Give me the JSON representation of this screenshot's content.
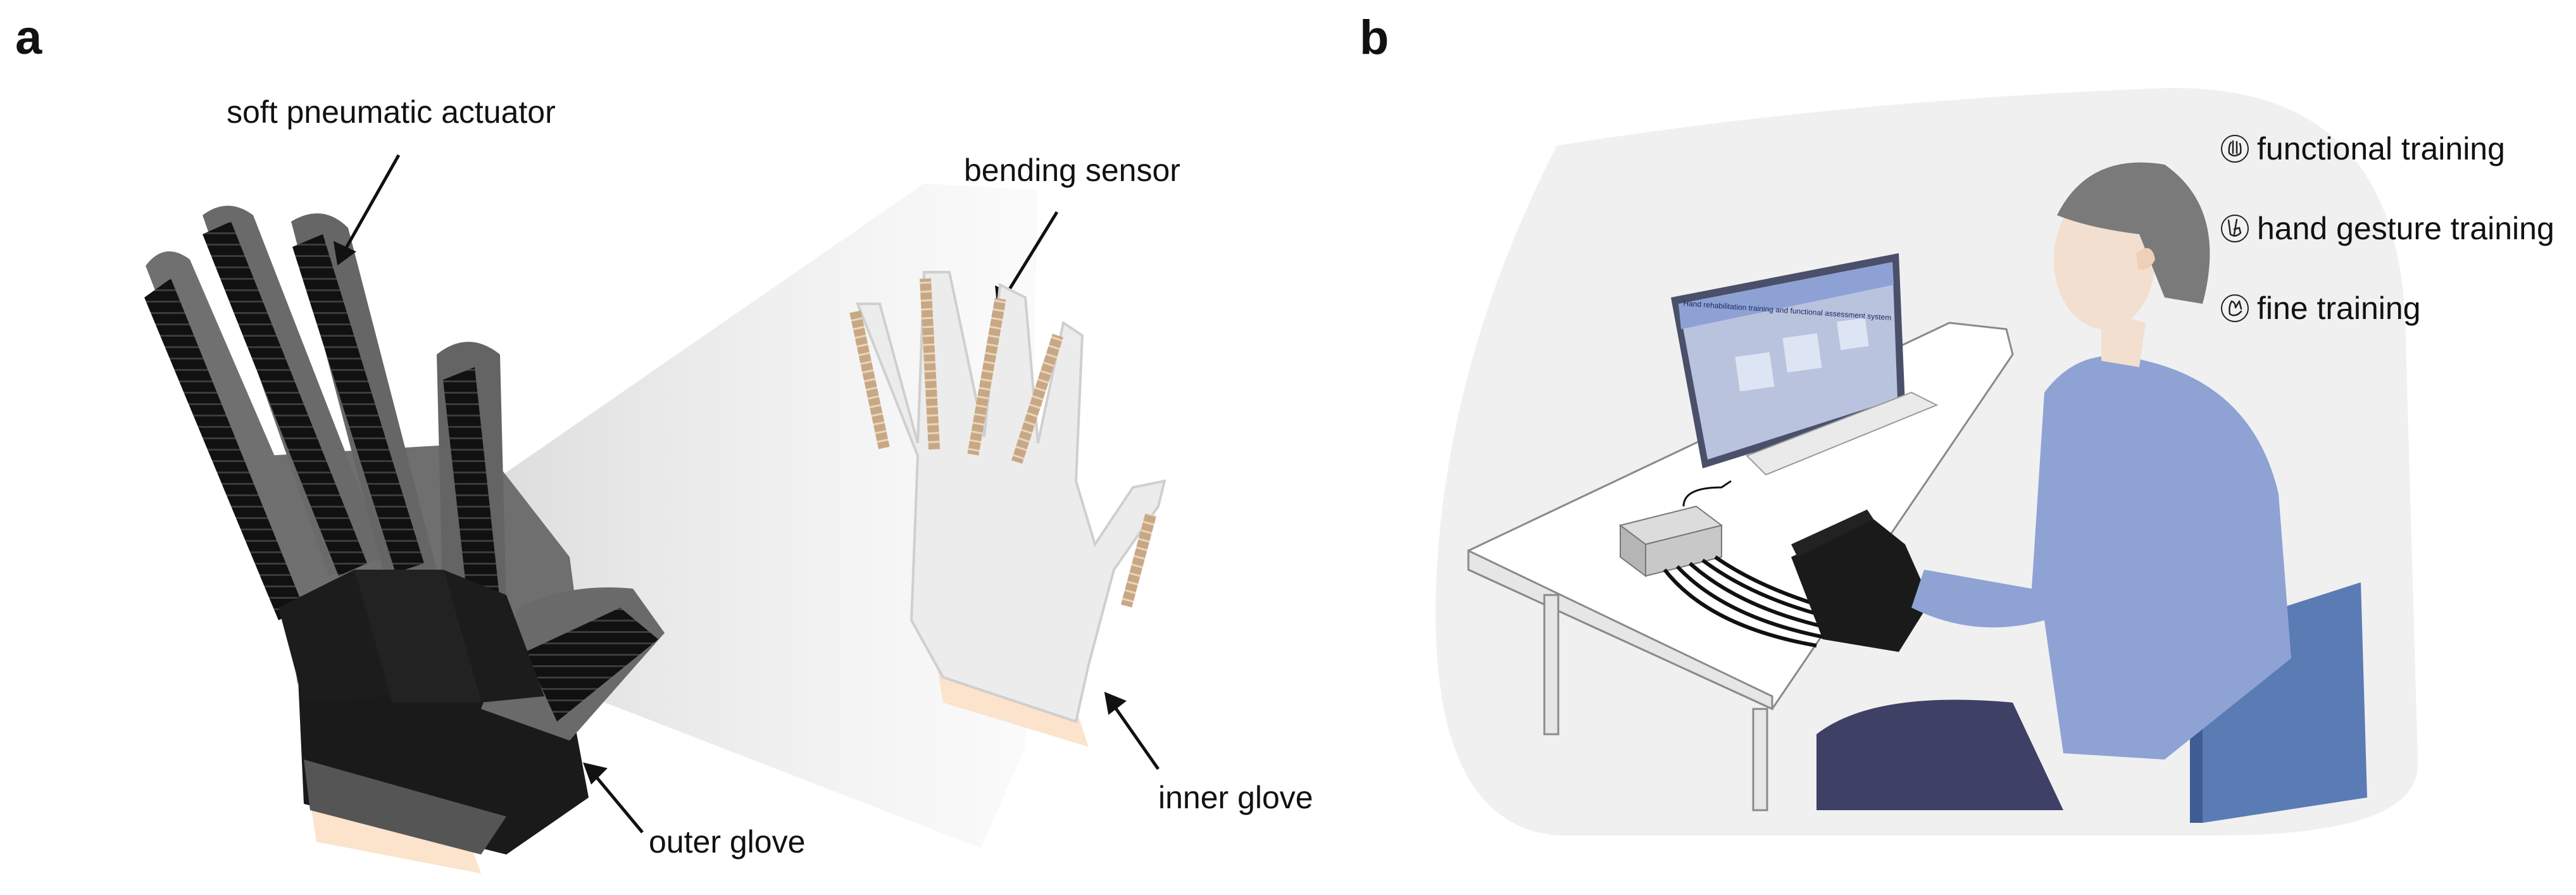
{
  "panel_a": {
    "letter": "a",
    "labels": {
      "actuator": "soft pneumatic actuator",
      "sensor": "bending sensor",
      "outer_glove": "outer glove",
      "inner_glove": "inner glove"
    }
  },
  "panel_b": {
    "letter": "b",
    "screen_title": "Hand rehabilitation training and functional assessment system",
    "legend": [
      {
        "icon": "grab-hand-icon",
        "label": "functional training"
      },
      {
        "icon": "victory-hand-icon",
        "label": "hand gesture training"
      },
      {
        "icon": "pinch-hand-icon",
        "label": "fine training"
      }
    ]
  },
  "colors": {
    "outer_glove_dark": "#1a1a1a",
    "outer_glove_gray": "#6f6f6f",
    "sensor_tan": "#c8a884",
    "shirt": "#8ea2d4",
    "trousers": "#3f4066",
    "chair": "#5b7bb5",
    "hair": "#7a7a7a",
    "skin": "#f3dfcf",
    "backdrop": "#f0f0f0"
  }
}
